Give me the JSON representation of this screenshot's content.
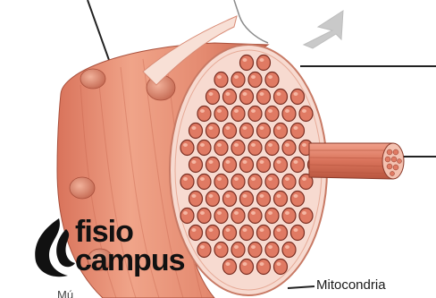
{
  "labels": {
    "mitocondria": "Mitocondria",
    "partial_bottom": "Mú"
  },
  "logo": {
    "line1": "fisio",
    "line2": "campus"
  },
  "colors": {
    "fiber_skin": "#e9927a",
    "fiber_dark": "#c9674f",
    "myofibril_fill": "#e07a63",
    "myofibril_stroke": "#7a2e22",
    "cross_section": "#f6d6cc",
    "leader_line": "#222222",
    "arrow_grey": "#c8c8c8"
  }
}
